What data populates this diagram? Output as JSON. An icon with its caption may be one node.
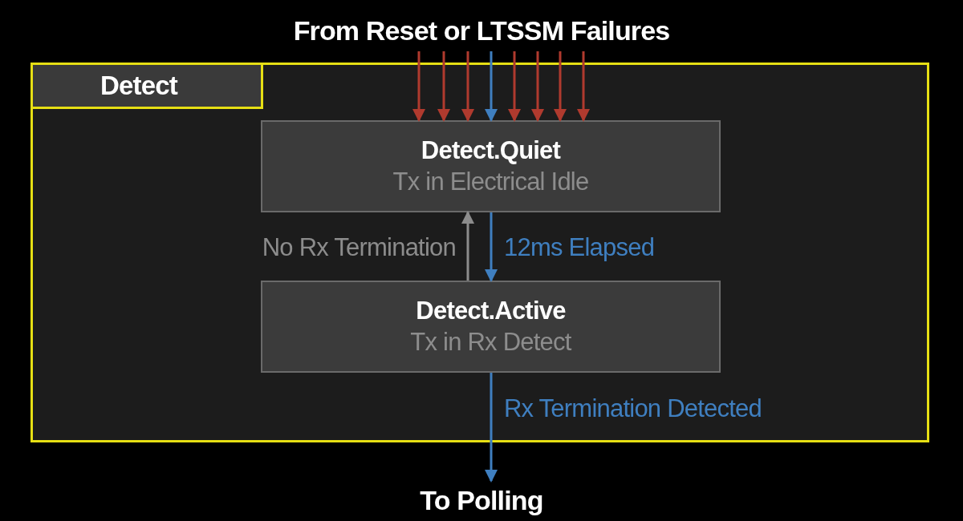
{
  "diagram": {
    "nodes": [
      {
        "text": [
          "From Reset or LTSSM Failures"
        ]
      },
      {
        "text": [
          "Detect"
        ]
      },
      {
        "text": [
          "Detect.Quiet",
          "Tx in Electrical Idle"
        ],
        "in": 1
      },
      {
        "text": [
          "Detect.Active",
          "Tx in Rx Detect"
        ],
        "in": 1
      },
      {
        "text": [
          "To Polling"
        ]
      }
    ],
    "edges": [
      {
        "from": 0,
        "to": 2,
        "arrow": "to"
      },
      {
        "from": 0,
        "to": 2,
        "arrow": "to"
      },
      {
        "from": 0,
        "to": 2,
        "arrow": "to"
      },
      {
        "from": 0,
        "to": 2,
        "arrow": "to",
        "color": "#3f7fc0"
      },
      {
        "from": 0,
        "to": 2,
        "arrow": "to"
      },
      {
        "from": 0,
        "to": 2,
        "arrow": "to"
      },
      {
        "from": 0,
        "to": 2,
        "arrow": "to"
      },
      {
        "from": 0,
        "to": 2,
        "arrow": "to"
      },
      {
        "from": 3,
        "to": 2,
        "arrow": "to",
        "label": "No Rx Termination",
        "color": "#8c8c8c"
      },
      {
        "from": 2,
        "to": 3,
        "arrow": "to",
        "label": "12ms Elapsed",
        "color": "#3f7fc0"
      },
      {
        "from": 3,
        "to": 4,
        "arrow": "to",
        "label": "Rx Termination Detected",
        "color": "#3f7fc0"
      }
    ]
  }
}
